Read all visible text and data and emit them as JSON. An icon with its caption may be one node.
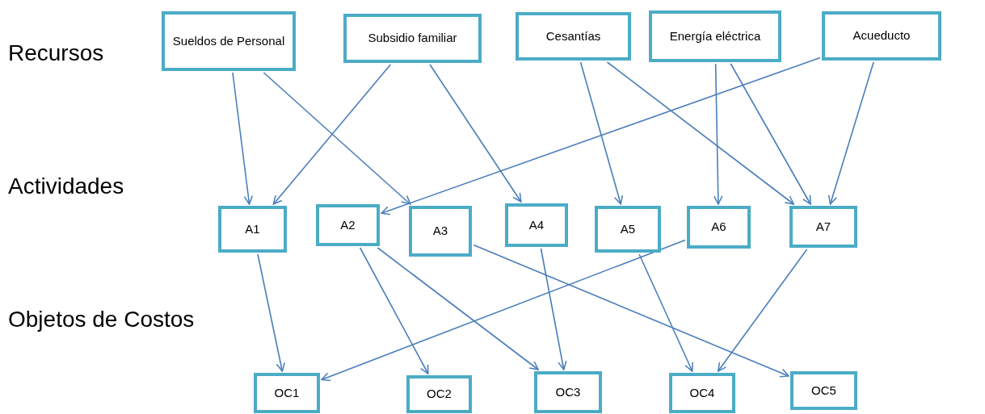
{
  "diagram": {
    "nodes": [
      {
        "text": [
          "Sueldos de Personal"
        ]
      },
      {
        "text": [
          "Subsidio familiar"
        ]
      },
      {
        "text": [
          "Cesantías"
        ]
      },
      {
        "text": [
          "Energía eléctrica"
        ]
      },
      {
        "text": [
          "Acueducto"
        ]
      },
      {
        "text": [
          "A1"
        ]
      },
      {
        "text": [
          "A2"
        ]
      },
      {
        "text": [
          "A3"
        ]
      },
      {
        "text": [
          "A4"
        ]
      },
      {
        "text": [
          "A5"
        ]
      },
      {
        "text": [
          "A6"
        ]
      },
      {
        "text": [
          "A7"
        ]
      },
      {
        "text": [
          "OC1"
        ]
      },
      {
        "text": [
          "OC2"
        ]
      },
      {
        "text": [
          "OC3"
        ]
      },
      {
        "text": [
          "OC4"
        ]
      },
      {
        "text": [
          "OC5"
        ]
      }
    ],
    "edges": [
      {
        "from": 0,
        "to": 5,
        "arrow": "to"
      },
      {
        "from": 0,
        "to": 7,
        "arrow": "to"
      },
      {
        "from": 1,
        "to": 5,
        "arrow": "to"
      },
      {
        "from": 1,
        "to": 8,
        "arrow": "to"
      },
      {
        "from": 2,
        "to": 9,
        "arrow": "to"
      },
      {
        "from": 2,
        "to": 11,
        "arrow": "to"
      },
      {
        "from": 3,
        "to": 10,
        "arrow": "to"
      },
      {
        "from": 3,
        "to": 11,
        "arrow": "to"
      },
      {
        "from": 4,
        "to": 6,
        "arrow": "to"
      },
      {
        "from": 4,
        "to": 11,
        "arrow": "to"
      },
      {
        "from": 5,
        "to": 12,
        "arrow": "to"
      },
      {
        "from": 6,
        "to": 13,
        "arrow": "to"
      },
      {
        "from": 6,
        "to": 14,
        "arrow": "to"
      },
      {
        "from": 7,
        "to": 16,
        "arrow": "to"
      },
      {
        "from": 8,
        "to": 14,
        "arrow": "to"
      },
      {
        "from": 9,
        "to": 15,
        "arrow": "to"
      },
      {
        "from": 10,
        "to": 12,
        "arrow": "to"
      },
      {
        "from": 11,
        "to": 15,
        "arrow": "to"
      }
    ],
    "labels": [
      "Recursos",
      "Actividades",
      "Objetos de Costos"
    ]
  }
}
